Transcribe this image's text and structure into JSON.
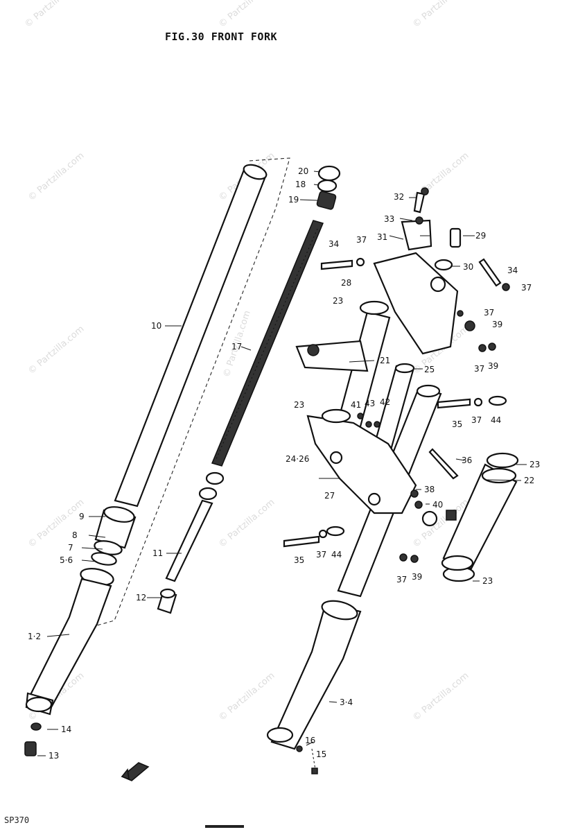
{
  "header": {
    "title": "FIG.30  FRONT FORK"
  },
  "footer": {
    "code": "SP370"
  },
  "watermark": {
    "text": "© Partzilla.com",
    "color": "#9a9a9a"
  },
  "callouts": {
    "c1_2": "1·2",
    "c3_4": "3·4",
    "c5_6": "5·6",
    "c7": "7",
    "c8": "8",
    "c9": "9",
    "c10": "10",
    "c11": "11",
    "c12": "12",
    "c13": "13",
    "c14": "14",
    "c15": "15",
    "c16": "16",
    "c17": "17",
    "c18": "18",
    "c19": "19",
    "c20": "20",
    "c21": "21",
    "c22": "22",
    "c23a": "23",
    "c23b": "23",
    "c23c": "23",
    "c23d": "23",
    "c24_26": "24·26",
    "c25": "25",
    "c27": "27",
    "c28": "28",
    "c29": "29",
    "c30": "30",
    "c31": "31",
    "c32": "32",
    "c33": "33",
    "c34a": "34",
    "c34b": "34",
    "c35a": "35",
    "c35b": "35",
    "c36": "36",
    "c37a": "37",
    "c37b": "37",
    "c37c": "37",
    "c37d": "37",
    "c37e": "37",
    "c37f": "37",
    "c37g": "37",
    "c38": "38",
    "c39a": "39",
    "c39b": "39",
    "c39c": "39",
    "c40": "40",
    "c41": "41",
    "c42": "42",
    "c43": "43",
    "c44a": "44",
    "c44b": "44"
  }
}
